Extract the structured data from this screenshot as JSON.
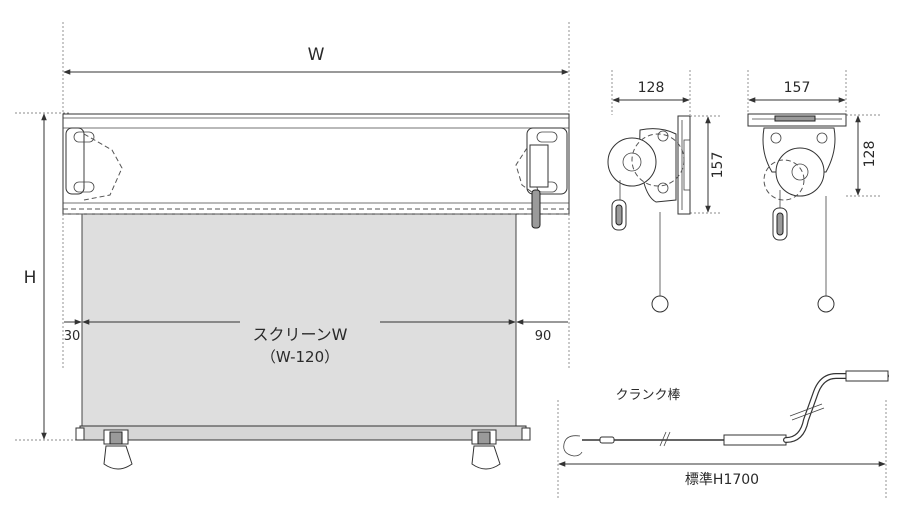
{
  "front_view": {
    "width_label": "W",
    "height_label": "H",
    "left_offset": "30",
    "right_offset": "90",
    "screen_width_label": "スクリーンW",
    "screen_width_formula": "（W-120）"
  },
  "side_view_left": {
    "depth_label": "128",
    "height_label": "157"
  },
  "side_view_right": {
    "depth_label": "157",
    "height_label": "128"
  },
  "crank": {
    "label": "クランク棒",
    "length_label": "標準H1700"
  }
}
